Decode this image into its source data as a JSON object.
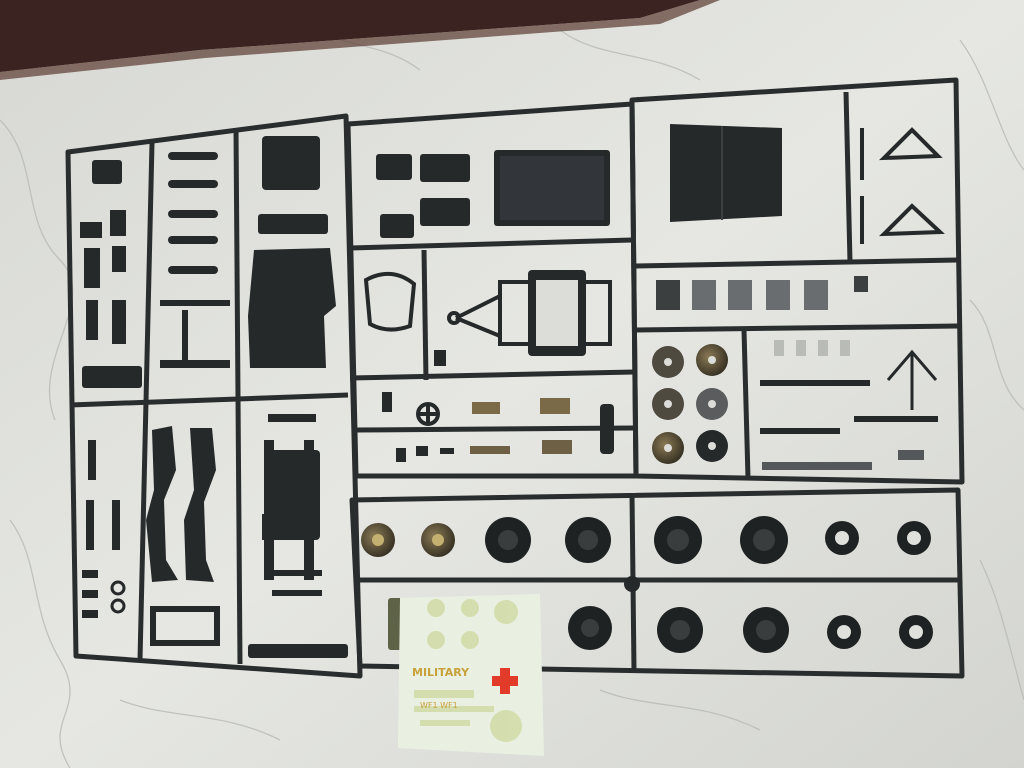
{
  "photo": {
    "subject": "plastic model kit sprues on marble surface",
    "colors": {
      "plastic": "#26292a",
      "runner": "#2c2f30",
      "marble": "#e0e1dd",
      "marble_vein": "#b9bbb7",
      "backdrop": "#3a2320",
      "cross": "#e23b2a",
      "decal_sheet": "#e9f0e2"
    }
  },
  "decal_sheet": {
    "lines": [
      "MILITARY",
      "WF1 WF1"
    ]
  }
}
